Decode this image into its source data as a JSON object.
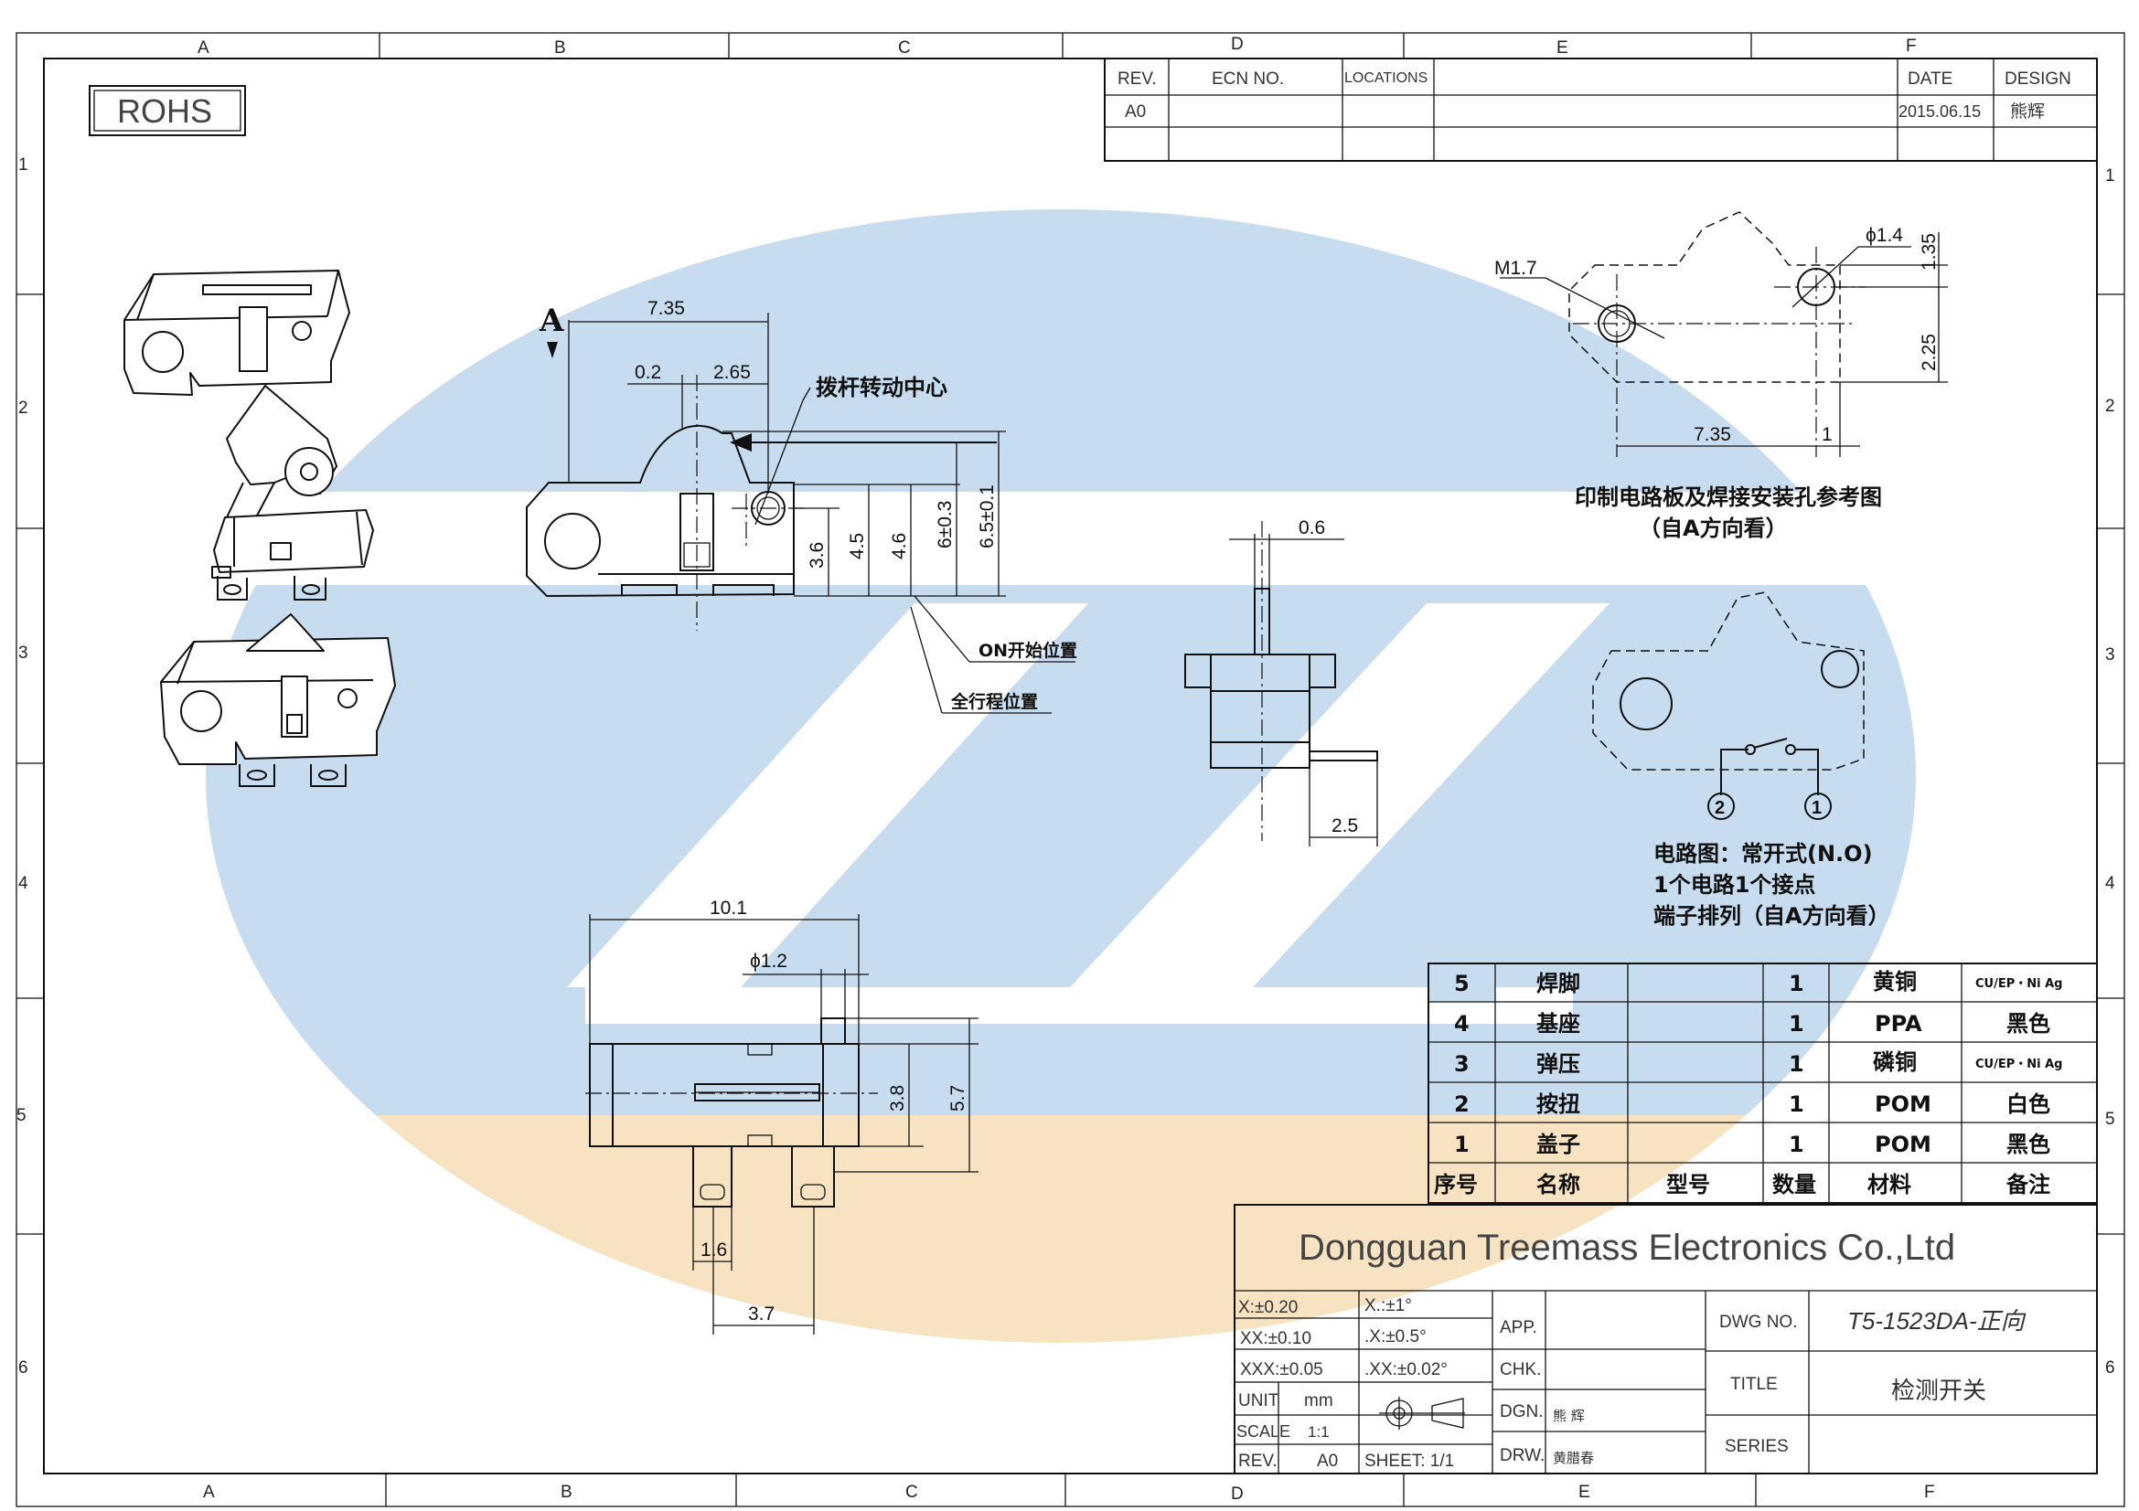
{
  "colors": {
    "logo_blue": "#c8dcef",
    "logo_orange": "#f7e3c2",
    "line": "#111111"
  },
  "zones": {
    "columns": [
      "A",
      "B",
      "C",
      "D",
      "E",
      "F"
    ],
    "rows": [
      "1",
      "2",
      "3",
      "4",
      "5",
      "6"
    ]
  },
  "rohs": "ROHS",
  "revision_table": {
    "headers": [
      "REV.",
      "ECN NO.",
      "LOCATIONS",
      "DATE",
      "DESIGN"
    ],
    "row": {
      "rev": "A0",
      "date": "2015.06.15",
      "design": "熊辉"
    }
  },
  "side_view": {
    "view_marker": "A",
    "dims": {
      "d735": "7.35",
      "d02": "0.2",
      "d265": "2.65",
      "d36": "3.6",
      "d45": "4.5",
      "d46": "4.6",
      "d6": "6±0.3",
      "d65": "6.5±0.1"
    },
    "label_pivot": "拨杆转动中心",
    "label_on": "ON开始位置",
    "label_full": "全行程位置"
  },
  "front_view": {
    "dims": {
      "d06": "0.6",
      "d25": "2.5"
    }
  },
  "bottom_view": {
    "dims": {
      "d101": "10.1",
      "phi12": "ϕ1.2",
      "d38": "3.8",
      "d57": "5.7",
      "d16": "1.6",
      "d37": "3.7"
    }
  },
  "pcb_view": {
    "dims": {
      "m17": "M1.7",
      "phi14": "ϕ1.4",
      "d135": "1.35",
      "d225": "2.25",
      "d735": "7.35",
      "d1": "1"
    },
    "caption1": "印制电路板及焊接安装孔参考图",
    "caption2": "（自A方向看）"
  },
  "circuit": {
    "pin2": "2",
    "pin1": "1",
    "line1": "电路图：常开式(N.O)",
    "line2": "1个电路1个接点",
    "line3": "端子排列（自A方向看）"
  },
  "bom": {
    "rows": [
      {
        "no": "5",
        "name": "焊脚",
        "model": "",
        "qty": "1",
        "material": "黄铜",
        "remark": "CU/EP・Ni Ag"
      },
      {
        "no": "4",
        "name": "基座",
        "model": "",
        "qty": "1",
        "material": "PPA",
        "remark": "黑色"
      },
      {
        "no": "3",
        "name": "弹压",
        "model": "",
        "qty": "1",
        "material": "磷铜",
        "remark": "CU/EP・Ni Ag"
      },
      {
        "no": "2",
        "name": "按扭",
        "model": "",
        "qty": "1",
        "material": "POM",
        "remark": "白色"
      },
      {
        "no": "1",
        "name": "盖子",
        "model": "",
        "qty": "1",
        "material": "POM",
        "remark": "黑色"
      }
    ],
    "header": {
      "no": "序号",
      "name": "名称",
      "model": "型号",
      "qty": "数量",
      "material": "材料",
      "remark": "备注"
    }
  },
  "title_block": {
    "company": "Dongguan Treemass Electronics Co.,Ltd",
    "tol_x": "X:±0.20",
    "tol_xx": "XX:±0.10",
    "tol_xxx": "XXX:±0.05",
    "ang_x": "X.:±1°",
    "ang_xx": ".X:±0.5°",
    "ang_xxx": ".XX:±0.02°",
    "unit_label": "UNIT",
    "unit_value": "mm",
    "scale_label": "SCALE",
    "scale_value": "1:1",
    "rev_label": "REV.",
    "rev_value": "A0",
    "sheet": "SHEET: 1/1",
    "app_label": "APP.",
    "chk_label": "CHK.",
    "dgn_label": "DGN.",
    "dgn_value": "熊 辉",
    "drw_label": "DRW.",
    "drw_value": "黄腊春",
    "dwg_no_label": "DWG NO.",
    "dwg_no_value": "T5-1523DA-正向",
    "title_label": "TITLE",
    "title_value": "检测开关",
    "series_label": "SERIES"
  }
}
